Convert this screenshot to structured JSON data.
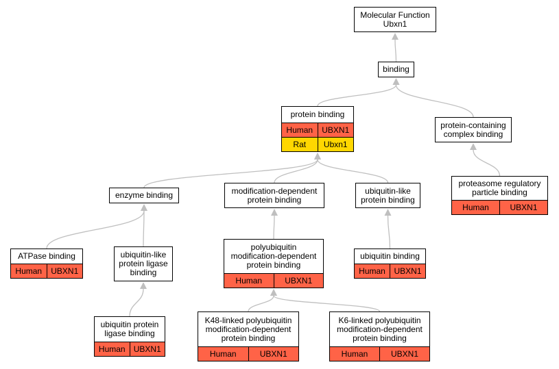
{
  "colors": {
    "human": "#ff6347",
    "rat": "#ffd700",
    "edge": "#bfbfbf"
  },
  "nodes": {
    "mf": {
      "lines": [
        "Molecular Function",
        "Ubxn1"
      ]
    },
    "binding": {
      "lines": [
        "binding"
      ]
    },
    "protein_binding": {
      "lines": [
        "protein binding"
      ],
      "annotations": [
        {
          "species": "Human",
          "gene": "UBXN1",
          "color": "human"
        },
        {
          "species": "Rat",
          "gene": "Ubxn1",
          "color": "rat"
        }
      ]
    },
    "protein_complex": {
      "lines": [
        "protein-containing",
        "complex binding"
      ]
    },
    "proteasome": {
      "lines": [
        "proteasome regulatory",
        "particle binding"
      ],
      "annotations": [
        {
          "species": "Human",
          "gene": "UBXN1",
          "color": "human"
        }
      ]
    },
    "enzyme": {
      "lines": [
        "enzyme binding"
      ]
    },
    "mod_dep": {
      "lines": [
        "modification-dependent",
        "protein binding"
      ]
    },
    "ubl_pb": {
      "lines": [
        "ubiquitin-like",
        "protein binding"
      ]
    },
    "atpase": {
      "lines": [
        "ATPase binding"
      ],
      "annotations": [
        {
          "species": "Human",
          "gene": "UBXN1",
          "color": "human"
        }
      ]
    },
    "ubl_ligase": {
      "lines": [
        "ubiquitin-like",
        "protein ligase",
        "binding"
      ]
    },
    "polyub": {
      "lines": [
        "polyubiquitin",
        "modification-dependent",
        "protein binding"
      ],
      "annotations": [
        {
          "species": "Human",
          "gene": "UBXN1",
          "color": "human"
        }
      ]
    },
    "ub_binding": {
      "lines": [
        "ubiquitin binding"
      ],
      "annotations": [
        {
          "species": "Human",
          "gene": "UBXN1",
          "color": "human"
        }
      ]
    },
    "ub_ligase": {
      "lines": [
        "ubiquitin protein",
        "ligase binding"
      ],
      "annotations": [
        {
          "species": "Human",
          "gene": "UBXN1",
          "color": "human"
        }
      ]
    },
    "k48": {
      "lines": [
        "K48-linked polyubiquitin",
        "modification-dependent",
        "protein binding"
      ],
      "annotations": [
        {
          "species": "Human",
          "gene": "UBXN1",
          "color": "human"
        }
      ]
    },
    "k6": {
      "lines": [
        "K6-linked polyubiquitin",
        "modification-dependent",
        "protein binding"
      ],
      "annotations": [
        {
          "species": "Human",
          "gene": "UBXN1",
          "color": "human"
        }
      ]
    }
  },
  "edges": [
    [
      "binding",
      "mf"
    ],
    [
      "protein_binding",
      "binding"
    ],
    [
      "protein_complex",
      "binding"
    ],
    [
      "proteasome",
      "protein_complex"
    ],
    [
      "enzyme",
      "protein_binding"
    ],
    [
      "mod_dep",
      "protein_binding"
    ],
    [
      "ubl_pb",
      "protein_binding"
    ],
    [
      "atpase",
      "enzyme"
    ],
    [
      "ubl_ligase",
      "enzyme"
    ],
    [
      "polyub",
      "mod_dep"
    ],
    [
      "ub_binding",
      "ubl_pb"
    ],
    [
      "ub_ligase",
      "ubl_ligase"
    ],
    [
      "k48",
      "polyub"
    ],
    [
      "k6",
      "polyub"
    ]
  ]
}
